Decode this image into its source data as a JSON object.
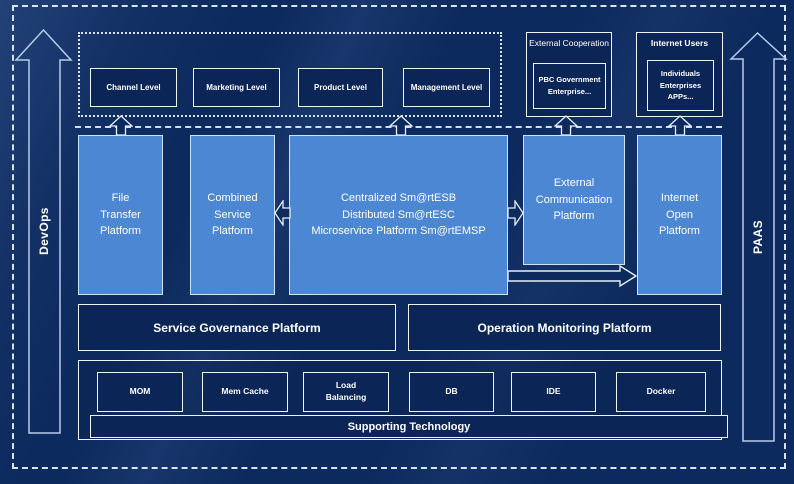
{
  "rails": {
    "devops": "DevOps",
    "paas": "PAAS"
  },
  "top_row": {
    "levels": [
      "Channel Level",
      "Marketing Level",
      "Product Level",
      "Management Level"
    ],
    "external_cooperation": {
      "title": "External Cooperation",
      "members": "PBC Government Enterprise..."
    },
    "internet_users": {
      "title": "Internet Users",
      "members": "Individuals Enterprises APPs..."
    }
  },
  "platforms": {
    "file_transfer": "File Transfer Platform",
    "combined_service": "Combined Service Platform",
    "central": {
      "lines": [
        "Centralized Sm@rtESB",
        "Distributed Sm@rtESC",
        "Microservice Platform Sm@rtEMSP"
      ]
    },
    "external_communication": "External Communication Platform",
    "internet_open": "Internet Open Platform"
  },
  "governance": {
    "service": "Service Governance Platform",
    "operation": "Operation Monitoring Platform"
  },
  "supporting": {
    "technologies": [
      "MOM",
      "Mem Cache",
      "Load Balancing",
      "DB",
      "IDE",
      "Docker"
    ],
    "label": "Supporting Technology"
  },
  "colors": {
    "background": "#0d2a5e",
    "platform_blue": "#4c87d3",
    "dark_panel": "#0b2557",
    "border_light": "#eef4fc"
  }
}
